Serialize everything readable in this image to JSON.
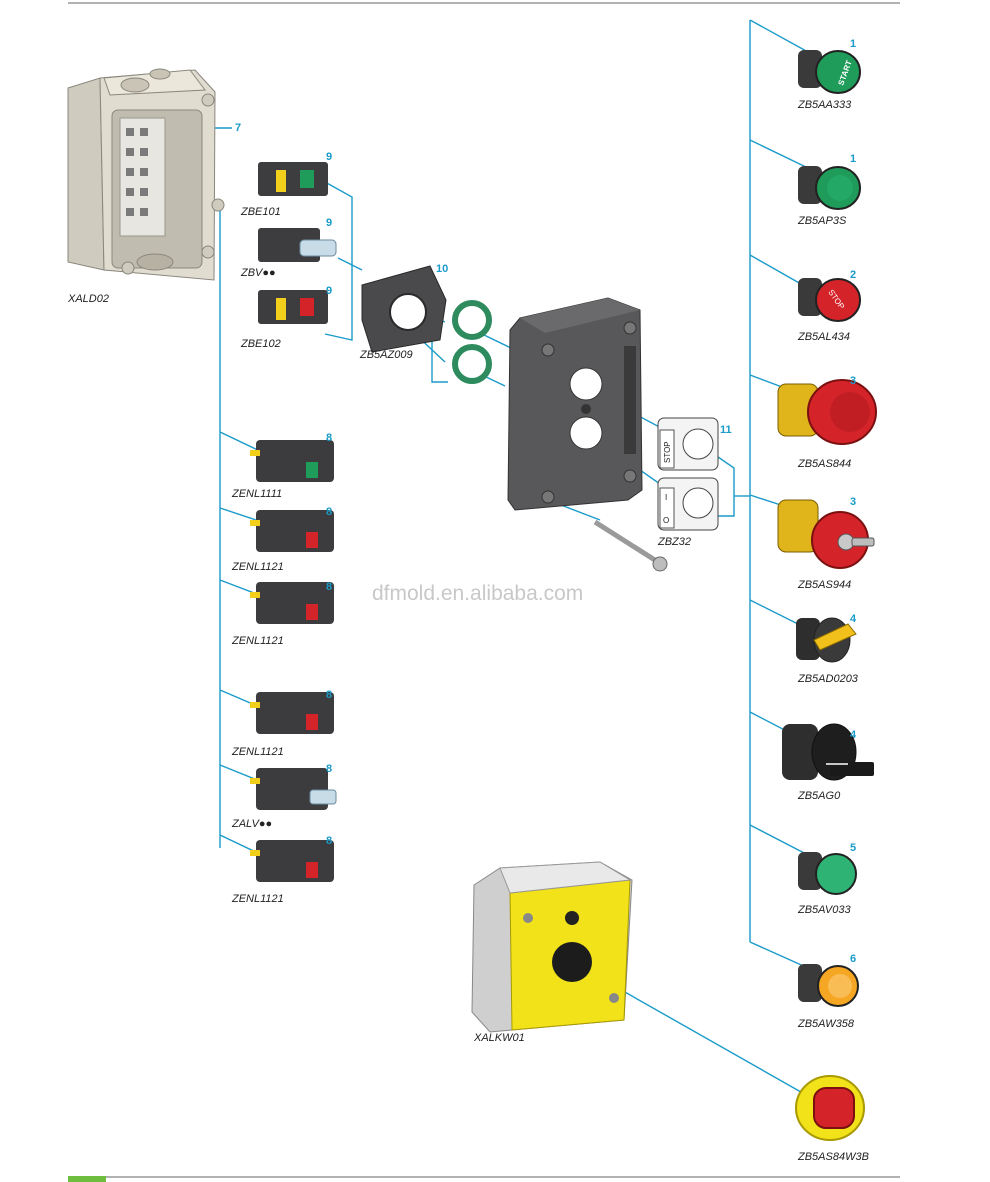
{
  "watermark": "dfmold.en.alibaba.com",
  "labels": {
    "xald02": "XALD02",
    "zbe101": "ZBE101",
    "zbv": "ZBV●●",
    "zbe102": "ZBE102",
    "zb5az009": "ZB5AZ009",
    "zbz32": "ZBZ32",
    "zenl1111": "ZENL1111",
    "zenl1121_a": "ZENL1121",
    "zenl1121_b": "ZENL1121",
    "zenl1121_c": "ZENL1121",
    "zalv": "ZALV●●",
    "zenl1121_d": "ZENL1121",
    "xalkw01": "XALKW01",
    "zb5aa333": "ZB5AA333",
    "zb5ap3s": "ZB5AP3S",
    "zb5al434": "ZB5AL434",
    "zb5as844": "ZB5AS844",
    "zb5as944": "ZB5AS944",
    "zb5ad0203": "ZB5AD0203",
    "zb5ag0": "ZB5AG0",
    "zb5av033": "ZB5AV033",
    "zb5aw358": "ZB5AW358",
    "zb5as84w3b": "ZB5AS84W3B"
  },
  "numbers": {
    "n7": "7",
    "n9a": "9",
    "n9b": "9",
    "n9c": "9",
    "n10": "10",
    "n11": "11",
    "n8a": "8",
    "n8b": "8",
    "n8c": "8",
    "n8d": "8",
    "n8e": "8",
    "n8f": "8",
    "n1a": "1",
    "n1b": "1",
    "n2": "2",
    "n3a": "3",
    "n3b": "3",
    "n4a": "4",
    "n4b": "4",
    "n5": "5",
    "n6": "6"
  },
  "texts": {
    "start": "START",
    "stop": "STOP",
    "legend_stop": "STOP",
    "legend_o": "O",
    "legend_i": "I"
  },
  "colors": {
    "leader": "#1a9bc9",
    "green": "#1f9b5a",
    "red": "#d4242a",
    "yellow": "#f2cf1a",
    "orange": "#f5a623",
    "housing": "#5a5a5c",
    "enclosure_beige": "#d8d4c8"
  }
}
